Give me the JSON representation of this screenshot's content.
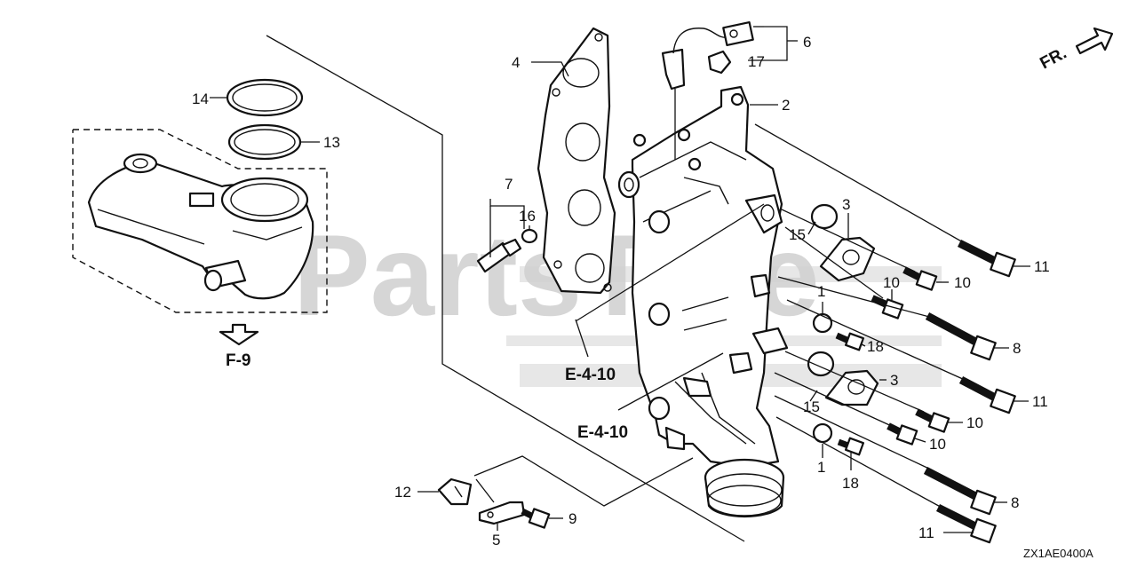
{
  "diagram": {
    "watermark": "PartsTree",
    "front_indicator": "FR.",
    "diagram_code": "ZX1AE0400A",
    "reference_f9": "F-9",
    "reference_e410": "E-4-10",
    "callouts": {
      "c1": "1",
      "c2": "2",
      "c3": "3",
      "c4": "4",
      "c5": "5",
      "c6": "6",
      "c7": "7",
      "c8": "8",
      "c9": "9",
      "c10": "10",
      "c11": "11",
      "c12": "12",
      "c13": "13",
      "c14": "14",
      "c15": "15",
      "c16": "16",
      "c17": "17",
      "c18": "18"
    }
  }
}
